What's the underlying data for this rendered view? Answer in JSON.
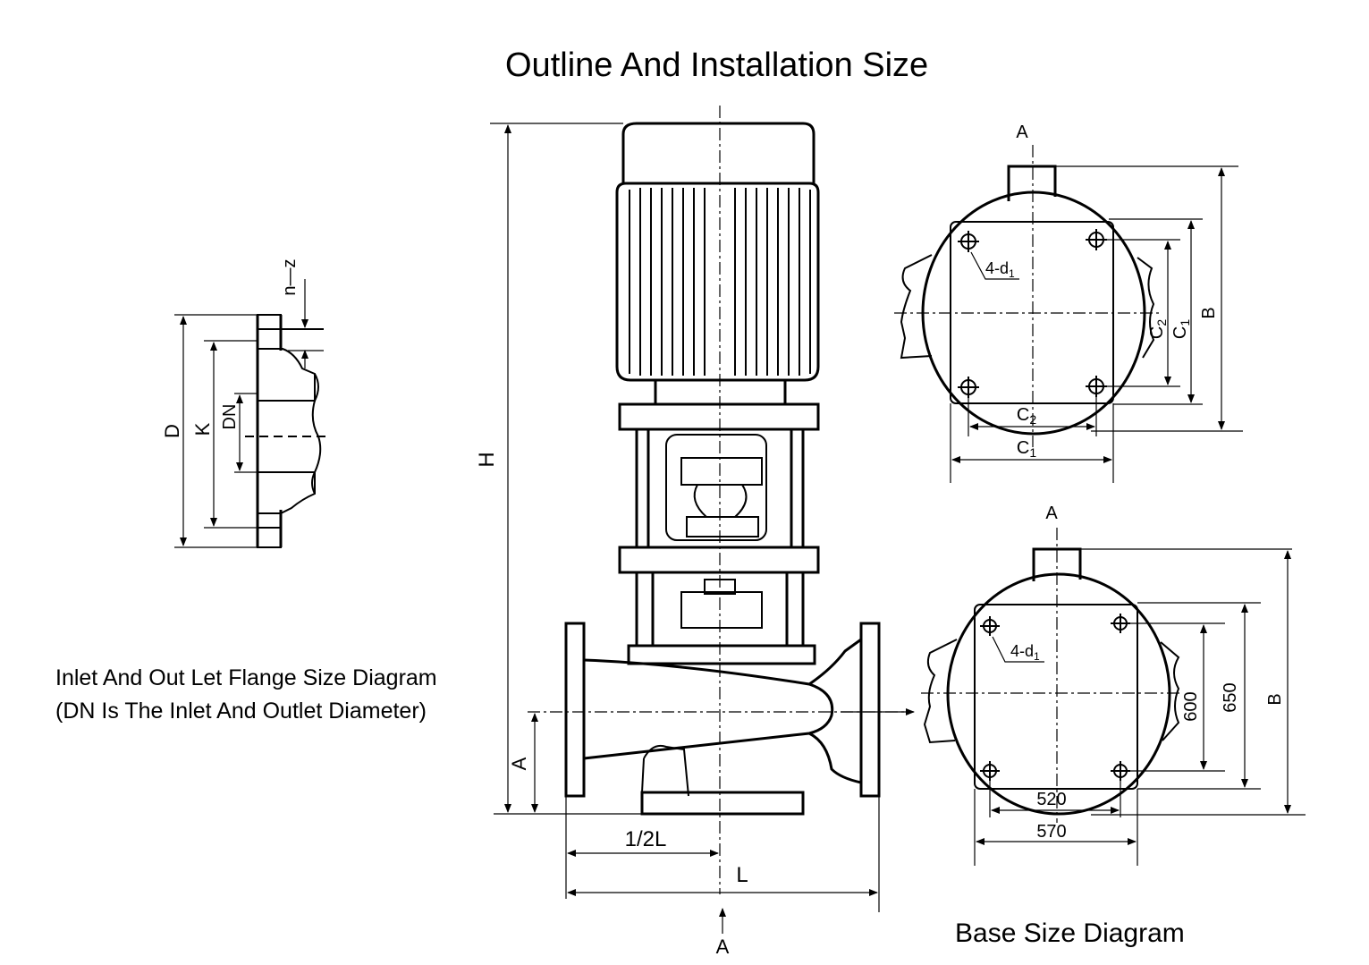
{
  "title": "Outline And Installation Size",
  "flange_caption": {
    "line1": "Inlet And Out Let Flange Size Diagram",
    "line2": "(DN Is The Inlet And Outlet Diameter)"
  },
  "base_caption": "Base Size Diagram",
  "flange_labels": {
    "D": "D",
    "K": "K",
    "DN": "DN",
    "nz": "n—z"
  },
  "elevation_labels": {
    "H": "H",
    "A": "A",
    "half_L": "1/2L",
    "L": "L",
    "section_mark": "A"
  },
  "top_view_labels": {
    "section_mark": "A",
    "holes": "4-d",
    "holes_sub": "1",
    "C2": "C",
    "C2_sub": "2",
    "C1": "C",
    "C1_sub": "1",
    "B": "B"
  },
  "base_view_labels": {
    "section_mark": "A",
    "holes": "4-d",
    "holes_sub": "1",
    "dim_520": "520",
    "dim_570": "570",
    "dim_600": "600",
    "dim_650": "650",
    "B": "B"
  }
}
